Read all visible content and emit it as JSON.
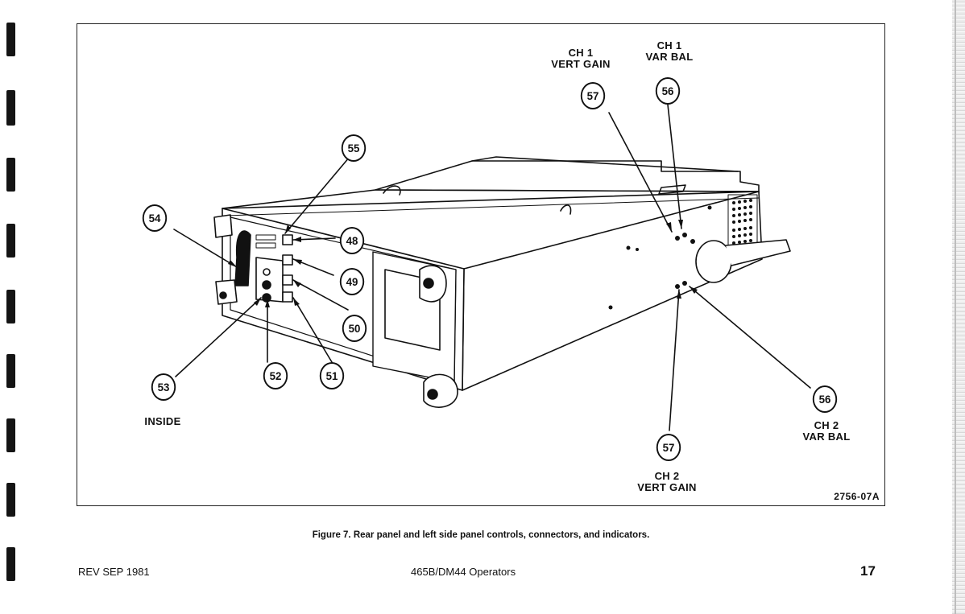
{
  "figure": {
    "callouts": {
      "c57_top": "57",
      "c56_top": "56",
      "c55": "55",
      "c54": "54",
      "c48": "48",
      "c49": "49",
      "c50": "50",
      "c52": "52",
      "c51": "51",
      "c53": "53",
      "c56_bottom": "56",
      "c57_bottom": "57"
    },
    "labels": {
      "ch1_vert_gain_line1": "CH 1",
      "ch1_vert_gain_line2": "VERT GAIN",
      "ch1_var_bal_line1": "CH 1",
      "ch1_var_bal_line2": "VAR BAL",
      "ch2_var_bal_line1": "CH 2",
      "ch2_var_bal_line2": "VAR BAL",
      "ch2_vert_gain_line1": "CH 2",
      "ch2_vert_gain_line2": "VERT GAIN",
      "inside": "INSIDE"
    },
    "figure_id": "2756-07A"
  },
  "caption": "Figure 7. Rear panel and left side panel controls, connectors, and indicators.",
  "footer": {
    "rev": "REV SEP 1981",
    "title": "465B/DM44 Operators",
    "page": "17"
  }
}
